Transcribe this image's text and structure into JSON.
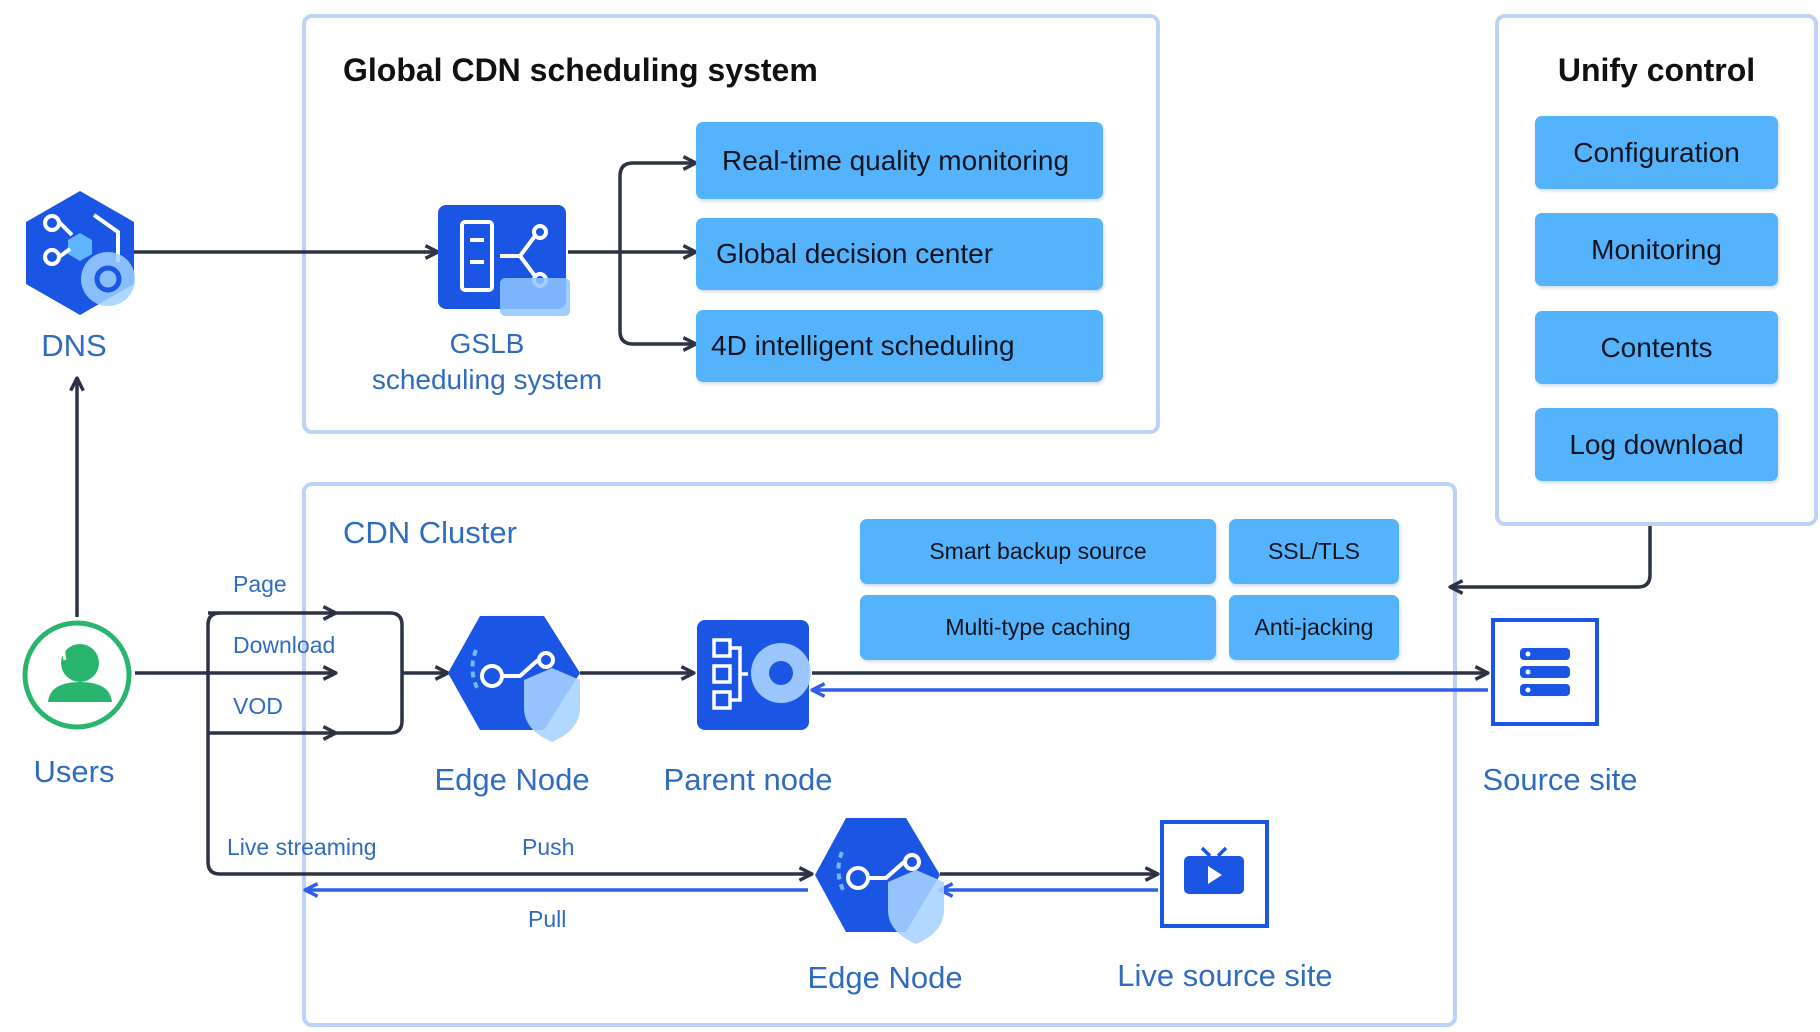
{
  "gslb_panel": {
    "title": "Global CDN scheduling system",
    "gslb_label_line1": "GSLB",
    "gslb_label_line2": "scheduling system",
    "functions": [
      "Real-time quality monitoring",
      "Global decision center",
      "4D intelligent scheduling"
    ]
  },
  "control_panel": {
    "title": "Unify control",
    "items": [
      "Configuration",
      "Monitoring",
      "Contents",
      "Log download"
    ]
  },
  "cdn_panel": {
    "title": "CDN Cluster",
    "features": [
      "Smart backup source",
      "SSL/TLS",
      "Multi-type caching",
      "Anti-jacking"
    ]
  },
  "nodes": {
    "dns": "DNS",
    "users": "Users",
    "edge_node": "Edge Node",
    "parent_node": "Parent node",
    "source_site": "Source site",
    "live_edge_node": "Edge Node",
    "live_source_site": "Live source site"
  },
  "edges": {
    "page": "Page",
    "download": "Download",
    "vod": "VOD",
    "live_streaming": "Live streaming",
    "push": "Push",
    "pull": "Pull"
  },
  "colors": {
    "icon_blue": "#1a55e3",
    "box_blue": "#55b3fb",
    "label_blue": "#2f6cc0",
    "panel_border": "#bcd3f7",
    "users_green": "#2ab56f",
    "line_dark": "#2d3345",
    "line_blue": "#2f5ee8"
  }
}
